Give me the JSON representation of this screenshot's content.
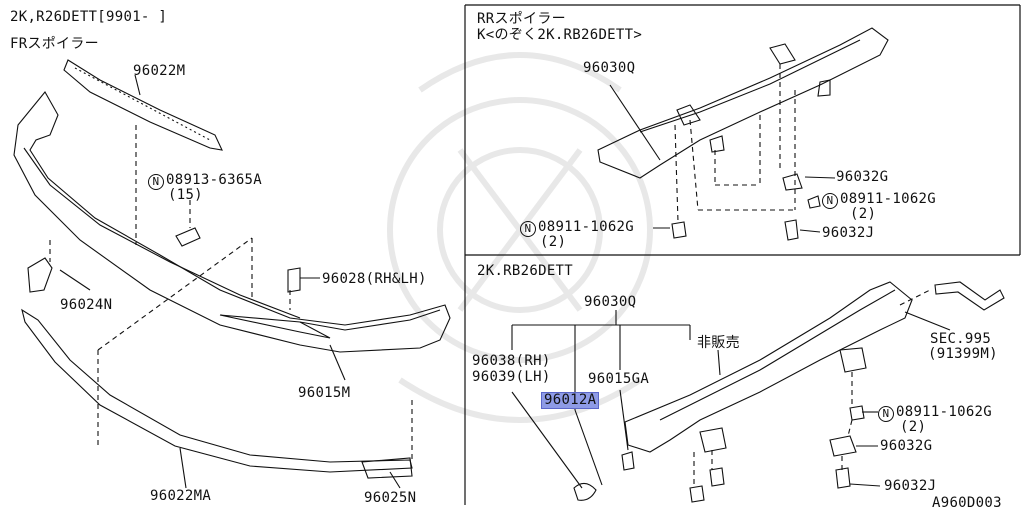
{
  "header": {
    "model": "2K,R26DETT[9901-        ]",
    "section_front": "FRスポイラー"
  },
  "rear_panel": {
    "title_line1": "RRスポイラー",
    "title_line2": "K<のぞく2K.RB26DETT>"
  },
  "lower_panel": {
    "title": "2K.RB26DETT",
    "not_for_sale": "非販売"
  },
  "parts": {
    "p96022M": "96022M",
    "p08913": "08913-6365A",
    "p08913_qty": "(15)",
    "p96024N": "96024N",
    "p96028": "96028(RH&LH)",
    "p96015M": "96015M",
    "p96022MA": "96022MA",
    "p96025N": "96025N",
    "p96030Q_top": "96030Q",
    "p96032G_top": "96032G",
    "p08911_top": "08911-1062G",
    "p08911_top_qty": "(2)",
    "p08911_left": "08911-1062G",
    "p08911_left_qty": "(2)",
    "p96032J_top": "96032J",
    "p96030Q_low": "96030Q",
    "p96038": "96038(RH)",
    "p96039": "96039(LH)",
    "p96015GA": "96015GA",
    "p96012A": "96012A",
    "sec995": "SEC.995",
    "sec995_num": "(91399M)",
    "p08911_low": "08911-1062G",
    "p08911_low_qty": "(2)",
    "p96032G_low": "96032G",
    "p96032J_low": "96032J"
  },
  "n_symbol": "N",
  "footer": {
    "diagram_code": "A960D003"
  },
  "colors": {
    "line": "#111111",
    "highlight": "#8e9be6",
    "watermark": "#e6e6e6"
  }
}
